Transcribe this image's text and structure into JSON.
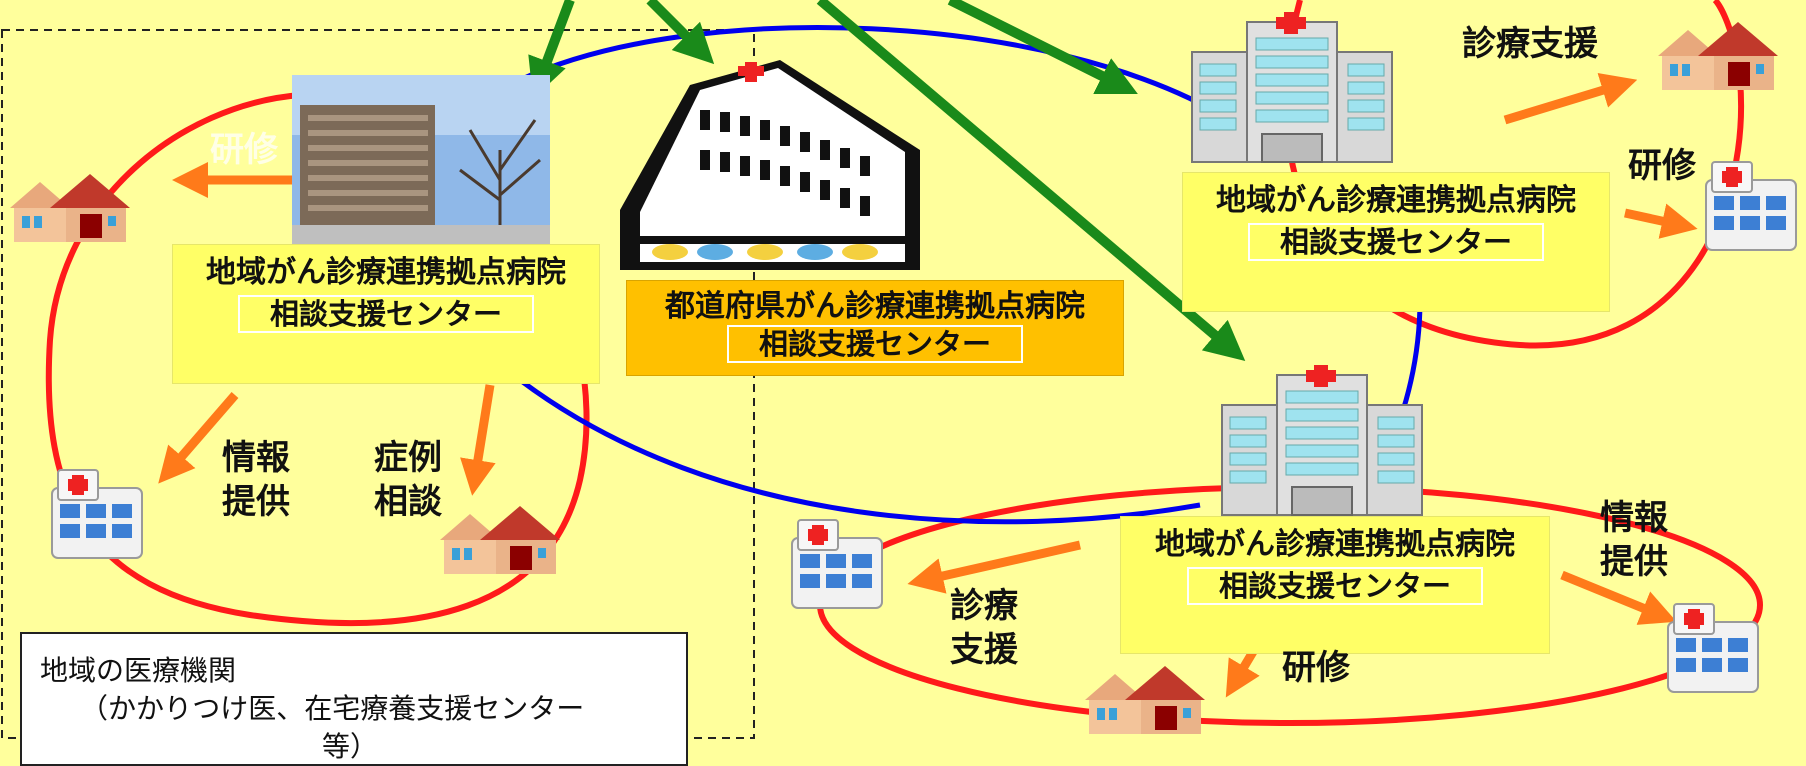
{
  "centers": {
    "regional_left": {
      "title": "地域がん診療連携拠点病院",
      "sub": "相談支援センター"
    },
    "prefectural": {
      "title": "都道府県がん診療連携拠点病院",
      "sub": "相談支援センター"
    },
    "regional_top_right": {
      "title": "地域がん診療連携拠点病院",
      "sub": "相談支援センター"
    },
    "regional_bottom_right": {
      "title": "地域がん診療連携拠点病院",
      "sub": "相談支援センター"
    }
  },
  "labels": {
    "kenshu_faded": "研修",
    "joho_1": "情報",
    "joho_2": "提供",
    "shorei_1": "症例",
    "shorei_2": "相談",
    "shinryo_shien_tr": "診療支援",
    "kenshu_tr": "研修",
    "shinryo_1": "診療",
    "shinryo_2": "支援",
    "kenshu_br": "研修",
    "joho_br_1": "情報",
    "joho_br_2": "提供"
  },
  "legend": {
    "line1": "地域の医療機関",
    "line2": "（かかりつけ医、在宅療養支援センター",
    "line3": "等）"
  },
  "colors": {
    "background": "#ffff9c",
    "regional_box": "#ffff66",
    "prefectural_box": "#ffc000",
    "network_ring": "#ff0000",
    "link_line": "#0000ff",
    "support_arrow": "#1a8a1a",
    "service_arrow": "#ff7a1a"
  }
}
